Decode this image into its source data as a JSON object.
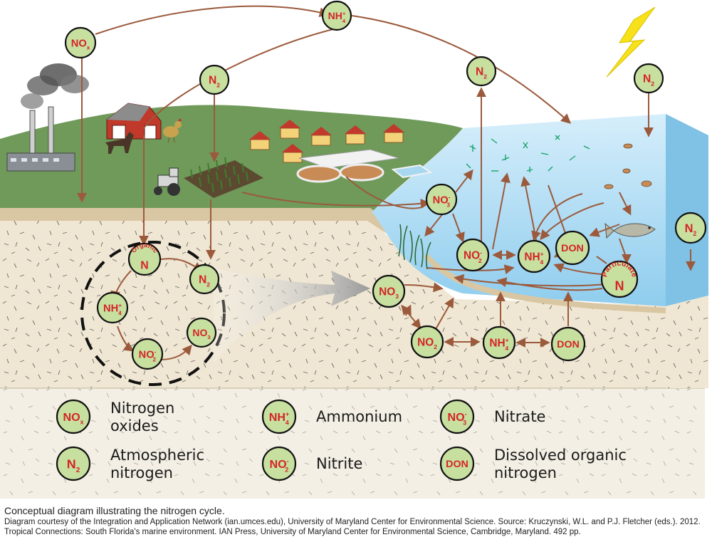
{
  "colors": {
    "node_fill": "#c7e0a0",
    "node_stroke": "#111111",
    "label_red": "#d4242a",
    "arrow_brown": "#9b5a3c",
    "water_blue": "#bfe3f6",
    "land_green": "#6f9a5a",
    "sediment_tan": "#efe6d3",
    "lightning_yellow": "#f6e11a"
  },
  "nodes": {
    "nox_air": {
      "main": "NO",
      "sub": "x"
    },
    "nh4_air": {
      "main": "NH",
      "sub": "4",
      "sup": "+"
    },
    "n2_land": {
      "main": "N",
      "sub": "2"
    },
    "n2_water": {
      "main": "N",
      "sub": "2"
    },
    "n2_lightning": {
      "main": "N",
      "sub": "2"
    },
    "no3_water": {
      "main": "NO",
      "sub": "3",
      "sup": "-"
    },
    "no2_water": {
      "main": "NO",
      "sub": "2",
      "sup": "-"
    },
    "nh4_water": {
      "main": "NH",
      "sub": "4",
      "sup": "+"
    },
    "don_water": {
      "main": "DON"
    },
    "particulate_n": {
      "arc": "Particulate",
      "main": "N"
    },
    "n2_side": {
      "main": "N",
      "sub": "2"
    },
    "organic_n": {
      "arc": "Organic",
      "main": "N"
    },
    "n2_soil": {
      "main": "N",
      "sub": "2"
    },
    "nh4_soil": {
      "main": "NH",
      "sub": "4",
      "sup": "+"
    },
    "no3_soil": {
      "main": "NO",
      "sub": "3"
    },
    "no2_soil": {
      "main": "NO",
      "sub": "2",
      "sup": "-"
    },
    "no3_sed": {
      "main": "NO",
      "sub": "3"
    },
    "no2_sed": {
      "main": "NO",
      "sub": "2"
    },
    "nh4_sed": {
      "main": "NH",
      "sub": "4",
      "sup": "+"
    },
    "don_sed": {
      "main": "DON"
    }
  },
  "legend": [
    {
      "symbol": {
        "main": "NO",
        "sub": "x"
      },
      "line1": "Nitrogen",
      "line2": "oxides"
    },
    {
      "symbol": {
        "main": "N",
        "sub": "2"
      },
      "line1": "Atmospheric",
      "line2": "nitrogen"
    },
    {
      "symbol": {
        "main": "NH",
        "sub": "4",
        "sup": "+"
      },
      "line1": "Ammonium",
      "line2": ""
    },
    {
      "symbol": {
        "main": "NO",
        "sub": "2",
        "sup": "-"
      },
      "line1": "Nitrite",
      "line2": ""
    },
    {
      "symbol": {
        "main": "NO",
        "sub": "3",
        "sup": "-"
      },
      "line1": "Nitrate",
      "line2": ""
    },
    {
      "symbol": {
        "main": "DON"
      },
      "line1": "Dissolved organic",
      "line2": "nitrogen"
    }
  ],
  "caption": {
    "title": "Conceptual diagram illustrating the nitrogen cycle.",
    "credit": "Diagram courtesy of the Integration and Application Network (ian.umces.edu), University of Maryland Center for Environmental Science. Source: Kruczynski, W.L. and P.J. Fletcher (eds.). 2012. Tropical Connections: South Florida's marine environment. IAN Press, University of Maryland Center for Environmental Science, Cambridge, Maryland. 492 pp."
  }
}
